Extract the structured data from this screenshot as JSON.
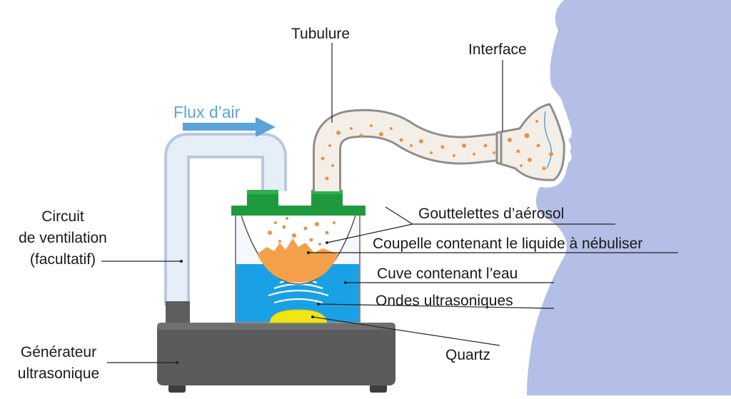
{
  "diagram": {
    "colors": {
      "silhouette": "#b3bfe6",
      "water": "#1aa1e5",
      "liquid": "#f4a04a",
      "droplet": "#e8924a",
      "cap_green": "#1e9a3c",
      "base_dark": "#58595b",
      "quartz": "#f2e415",
      "tube_light": "#dce8f5",
      "flow_arrow": "#5ba3d9"
    },
    "labels": {
      "flow": "Flux d’air",
      "tubing": "Tubulure",
      "interface": "Interface",
      "circuit_line1": "Circuit",
      "circuit_line2": "de ventilation",
      "circuit_line3": "(facultatif)",
      "droplets": "Gouttelettes d’aérosol",
      "cup": "Coupelle contenant le liquide à nébuliser",
      "tank": "Cuve contenant l’eau",
      "waves": "Ondes ultrasoniques",
      "quartz": "Quartz",
      "generator_line1": "Générateur",
      "generator_line2": "ultrasonique"
    }
  }
}
